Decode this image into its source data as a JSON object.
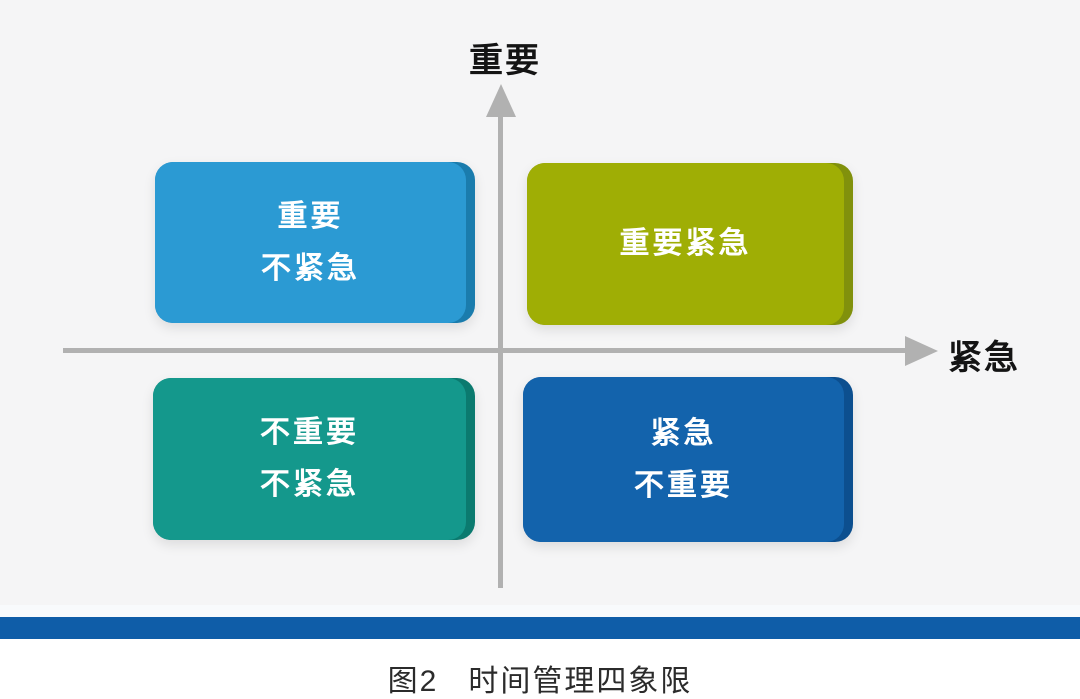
{
  "page": {
    "background_upper": "#f5f5f6",
    "background_lower": "#ffffff",
    "footer_bar_color": "#0f5da8"
  },
  "diagram": {
    "y_axis_label": "重要",
    "x_axis_label": "紧急",
    "axis_color": "#b1b1b1",
    "quadrants": {
      "top_left": {
        "lines": [
          "重要",
          "不紧急"
        ],
        "fill": "#2b9ad3",
        "edge": "#1a7cad"
      },
      "top_right": {
        "lines": [
          "重要紧急",
          ""
        ],
        "fill": "#9fae05",
        "edge": "#81910c"
      },
      "bottom_left": {
        "lines": [
          "不重要",
          "不紧急"
        ],
        "fill": "#14988c",
        "edge": "#0b7a6f"
      },
      "bottom_right": {
        "lines": [
          "紧急",
          "不重要"
        ],
        "fill": "#1363ac",
        "edge": "#0c4f8f"
      }
    },
    "caption": {
      "figure_no": "图2",
      "title": "时间管理四象限"
    }
  }
}
